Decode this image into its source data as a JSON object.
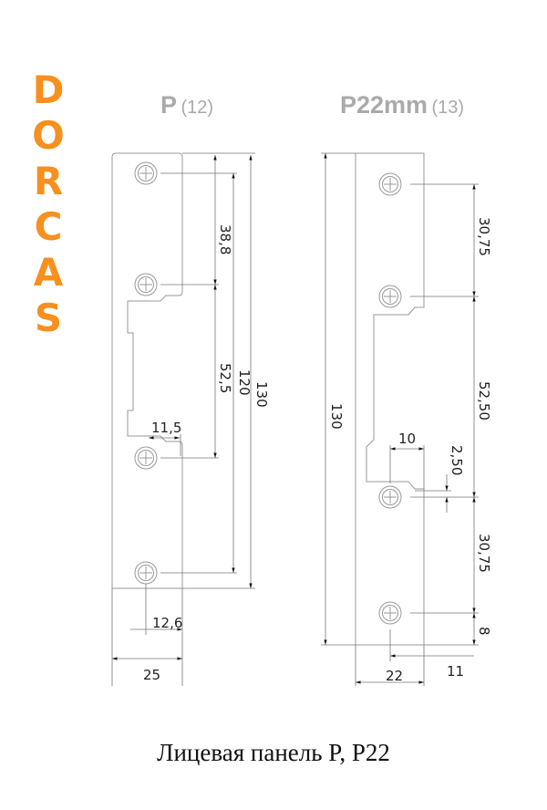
{
  "logo": {
    "letters": [
      "D",
      "O",
      "R",
      "C",
      "A",
      "S"
    ],
    "color": "#f7901e"
  },
  "left": {
    "title": "P",
    "code": "(12)",
    "dims": {
      "d130": "130",
      "d120": "120",
      "d38": "38,8",
      "d52": "52,5",
      "d115": "11,5",
      "d126": "12,6",
      "d25": "25"
    }
  },
  "right": {
    "title": "P22mm",
    "code": "(13)",
    "dims": {
      "d130": "130",
      "d3075a": "30,75",
      "d5250": "52,50",
      "d250": "2,50",
      "d3075b": "30,75",
      "d8": "8",
      "d10": "10",
      "d22": "22",
      "d11": "11"
    }
  },
  "caption": "Лицевая панель P, P22"
}
